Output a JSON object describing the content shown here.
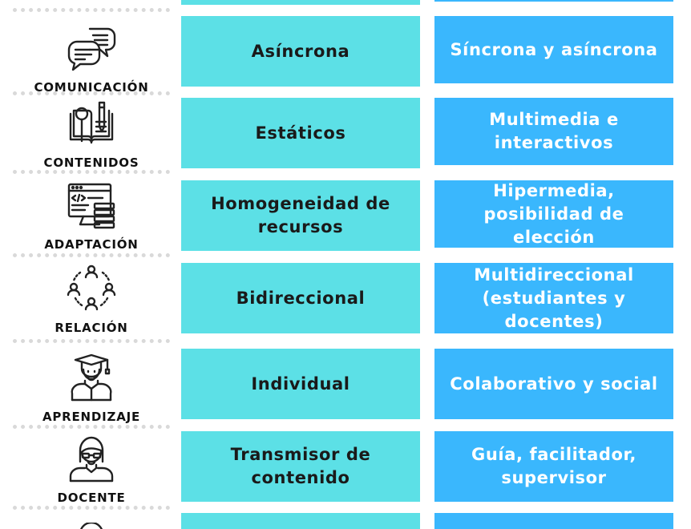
{
  "colors": {
    "traditional_box": "#5ce0e6",
    "digital_box": "#3ab7fd",
    "separator": "#d9d9d9",
    "label_text": "#111111"
  },
  "rows": [
    {
      "category": "COMUNICACIÓN",
      "icon": "chat-bubbles-icon",
      "traditional": "Asíncrona",
      "digital": "Síncrona y asíncrona"
    },
    {
      "category": "CONTENIDOS",
      "icon": "book-magnifier-pencil-icon",
      "traditional": "Estáticos",
      "digital": "Multimedia e interactivos"
    },
    {
      "category": "ADAPTACIÓN",
      "icon": "code-browser-icon",
      "traditional": "Homogeneidad de recursos",
      "digital": "Hipermedia, posibilidad de elección"
    },
    {
      "category": "RELACIÓN",
      "icon": "people-network-icon",
      "traditional": "Bidireccional",
      "digital": "Multidireccional (estudiantes y docentes)"
    },
    {
      "category": "APRENDIZAJE",
      "icon": "graduate-icon",
      "traditional": "Individual",
      "digital": "Colaborativo y social"
    },
    {
      "category": "DOCENTE",
      "icon": "teacher-icon",
      "traditional": "Transmisor de contenido",
      "digital": "Guía, facilitador, supervisor"
    }
  ]
}
